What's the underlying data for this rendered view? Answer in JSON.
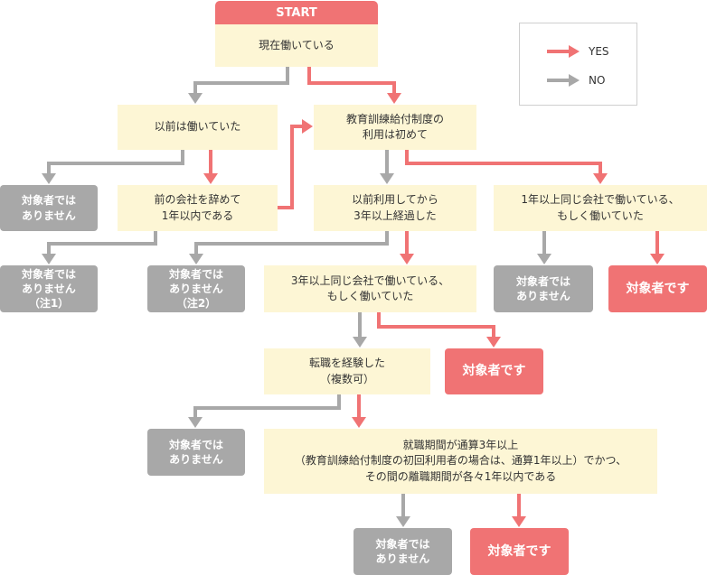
{
  "colors": {
    "yes": "#f07374",
    "no": "#a8a8a8",
    "question_bg": "#fdf6d5"
  },
  "start": "START",
  "legend": {
    "yes": "YES",
    "no": "NO"
  },
  "nodes": {
    "q1": [
      "現在働いている"
    ],
    "q2": [
      "以前は働いていた"
    ],
    "q3": [
      "教育訓練給付制度の",
      "利用は初めて"
    ],
    "q4": [
      "前の会社を辞めて",
      "1年以内である"
    ],
    "q5": [
      "以前利用してから",
      "3年以上経過した"
    ],
    "q6": [
      "1年以上同じ会社で働いている、",
      "もしく働いていた"
    ],
    "q7": [
      "3年以上同じ会社で働いている、",
      "もしく働いていた"
    ],
    "q8": [
      "転職を経験した",
      "（複数可）"
    ],
    "q9": [
      "就職期間が通算3年以上",
      "（教育訓練給付制度の初回利用者の場合は、通算1年以上）でかつ、",
      "その間の離職期間が各々1年以内である"
    ],
    "no1": [
      "対象者では",
      "ありません"
    ],
    "no2": [
      "対象者では",
      "ありません",
      "（注1）"
    ],
    "no3": [
      "対象者では",
      "ありません",
      "（注2）"
    ],
    "no4": [
      "対象者では",
      "ありません"
    ],
    "no5": [
      "対象者では",
      "ありません"
    ],
    "no6": [
      "対象者では",
      "ありません"
    ],
    "yes1": [
      "対象者です"
    ],
    "yes2": [
      "対象者です"
    ],
    "yes3": [
      "対象者です"
    ]
  }
}
